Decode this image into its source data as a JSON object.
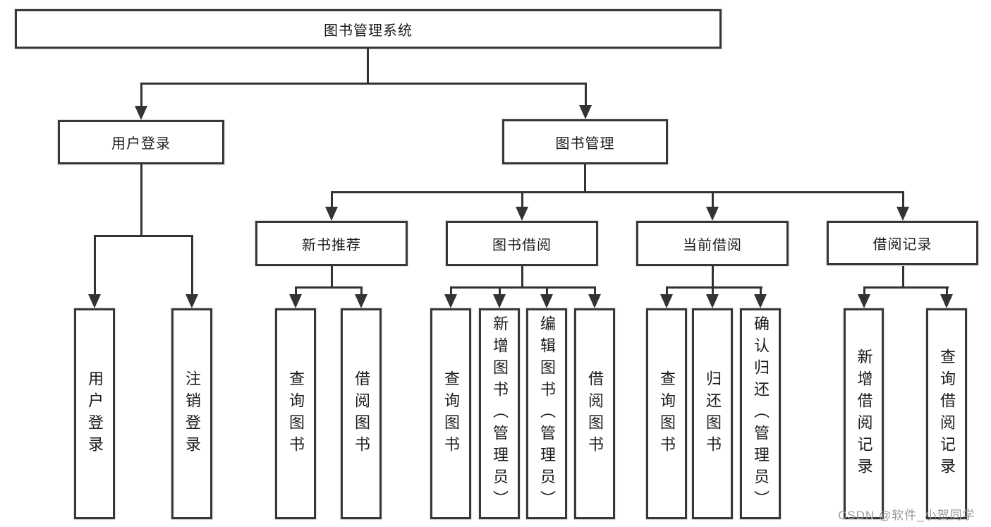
{
  "tree": {
    "root": "图书管理系统",
    "user": {
      "label": "用户登录",
      "children": [
        "用户登录",
        "注销登录"
      ]
    },
    "book": {
      "label": "图书管理",
      "modules": [
        {
          "label": "新书推荐",
          "children": [
            "查询图书",
            "借阅图书"
          ]
        },
        {
          "label": "图书借阅",
          "children": [
            "查询图书",
            "新增图书（管理员）",
            "编辑图书（管理员）",
            "借阅图书"
          ]
        },
        {
          "label": "当前借阅",
          "children": [
            "查询图书",
            "归还图书",
            "确认归还（管理员）"
          ]
        },
        {
          "label": "借阅记录",
          "children": [
            "新增借阅记录",
            "查询借阅记录"
          ]
        }
      ]
    }
  },
  "watermark": "CSDN @软件_小贺同学",
  "colors": {
    "line": "#333333",
    "border": "#373737",
    "text": "#1c1c1c",
    "watermark": "#9b9b9b",
    "background": "#ffffff"
  }
}
